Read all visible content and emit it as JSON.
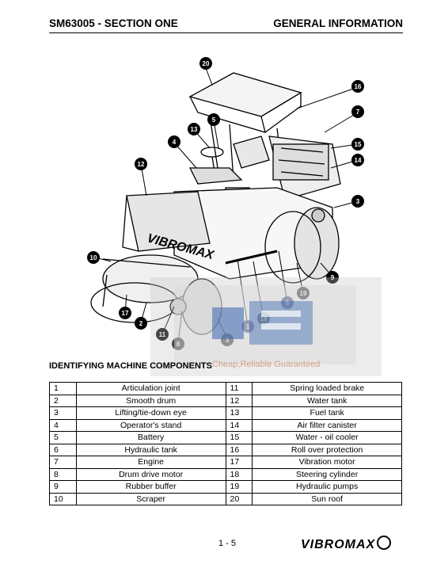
{
  "header": {
    "left": "SM63005 - SECTION ONE",
    "right": "GENERAL INFORMATION"
  },
  "figure": {
    "callouts": [
      "20",
      "16",
      "7",
      "5",
      "13",
      "15",
      "4",
      "14",
      "12",
      "3",
      "10",
      "9",
      "19",
      "6",
      "17",
      "2",
      "18",
      "1",
      "11",
      "8",
      "3"
    ],
    "brand_text": "VIBROMAX"
  },
  "watermark": {
    "text": "Cheap,Reliable Guaranteed"
  },
  "section_title": "IDENTIFYING MACHINE COMPONENTS",
  "components": [
    {
      "n1": "1",
      "name1": "Articulation joint",
      "n2": "11",
      "name2": "Spring loaded brake"
    },
    {
      "n1": "2",
      "name1": "Smooth drum",
      "n2": "12",
      "name2": "Water tank"
    },
    {
      "n1": "3",
      "name1": "Lifting/tie-down eye",
      "n2": "13",
      "name2": "Fuel tank"
    },
    {
      "n1": "4",
      "name1": "Operator's stand",
      "n2": "14",
      "name2": "Air filter canister"
    },
    {
      "n1": "5",
      "name1": "Battery",
      "n2": "15",
      "name2": "Water - oil cooler"
    },
    {
      "n1": "6",
      "name1": "Hydraulic tank",
      "n2": "16",
      "name2": "Roll over protection"
    },
    {
      "n1": "7",
      "name1": "Engine",
      "n2": "17",
      "name2": "Vibration motor"
    },
    {
      "n1": "8",
      "name1": "Drum drive motor",
      "n2": "18",
      "name2": "Steering cylinder"
    },
    {
      "n1": "9",
      "name1": "Rubber buffer",
      "n2": "19",
      "name2": "Hydraulic pumps"
    },
    {
      "n1": "10",
      "name1": "Scraper",
      "n2": "20",
      "name2": "Sun roof"
    }
  ],
  "footer": {
    "page": "1 - 5",
    "logo": "VIBROMAX"
  }
}
